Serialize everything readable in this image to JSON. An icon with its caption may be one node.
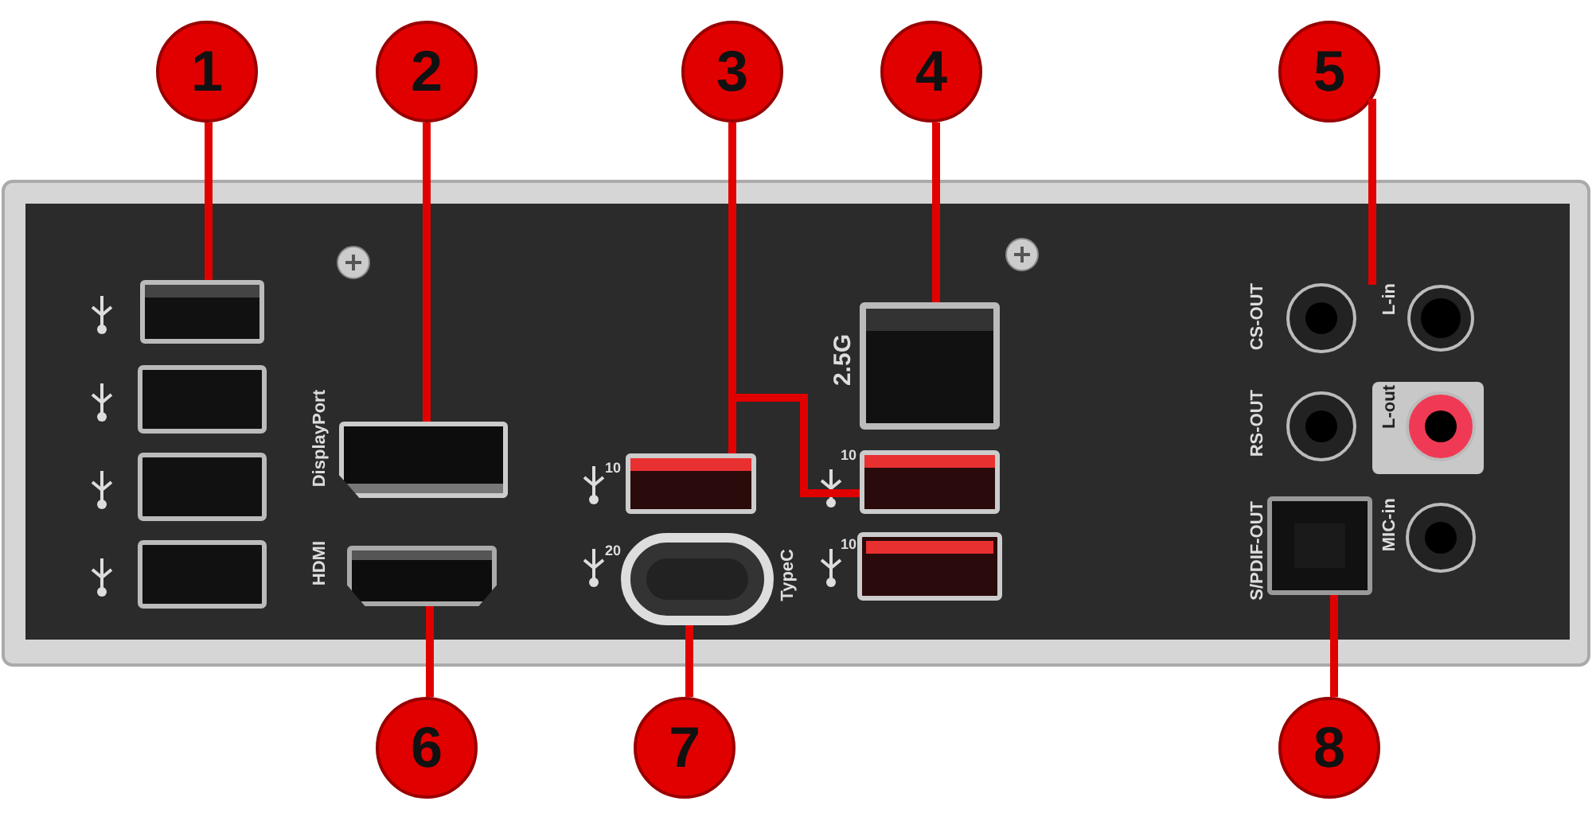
{
  "diagram": {
    "nodes": [
      {
        "text": [
          "1"
        ]
      },
      {
        "text": [
          "2"
        ]
      },
      {
        "text": [
          "3"
        ]
      },
      {
        "text": [
          "4"
        ]
      },
      {
        "text": [
          "5"
        ]
      },
      {
        "text": [
          "6"
        ]
      },
      {
        "text": [
          "7"
        ]
      },
      {
        "text": [
          "8"
        ]
      },
      {
        "text": [],
        "shape": "box"
      },
      {
        "text": [],
        "shape": "box",
        "beside": [
          "DisplayPort"
        ]
      },
      {
        "text": [],
        "shape": "box"
      },
      {
        "text": [],
        "shape": "box"
      },
      {
        "text": [],
        "shape": "box",
        "beside": [
          "2.5G"
        ]
      },
      {
        "text": [],
        "shape": "circle",
        "beside": [
          "L-in"
        ]
      },
      {
        "text": [],
        "shape": "box",
        "beside": [
          "HDMI"
        ]
      },
      {
        "text": [],
        "shape": "box",
        "beside": [
          "TypeC"
        ]
      },
      {
        "text": [],
        "shape": "box",
        "beside": [
          "S/PDIF-OUT"
        ]
      }
    ],
    "edges": [
      {
        "from": 0,
        "to": 8,
        "arrow": "none"
      },
      {
        "from": 1,
        "to": 9,
        "arrow": "none"
      },
      {
        "from": 2,
        "to": 10,
        "arrow": "none"
      },
      {
        "from": 2,
        "to": 11,
        "arrow": "none"
      },
      {
        "from": 3,
        "to": 12,
        "arrow": "none"
      },
      {
        "from": 4,
        "to": 13,
        "arrow": "none"
      },
      {
        "from": 5,
        "to": 14,
        "arrow": "none"
      },
      {
        "from": 6,
        "to": 15,
        "arrow": "none"
      },
      {
        "from": 7,
        "to": 16,
        "arrow": "none"
      }
    ],
    "labels": [
      "CS-OUT",
      "10",
      "10",
      "RS-OUT",
      "L-out",
      "20",
      "10",
      "MIC-in"
    ]
  }
}
